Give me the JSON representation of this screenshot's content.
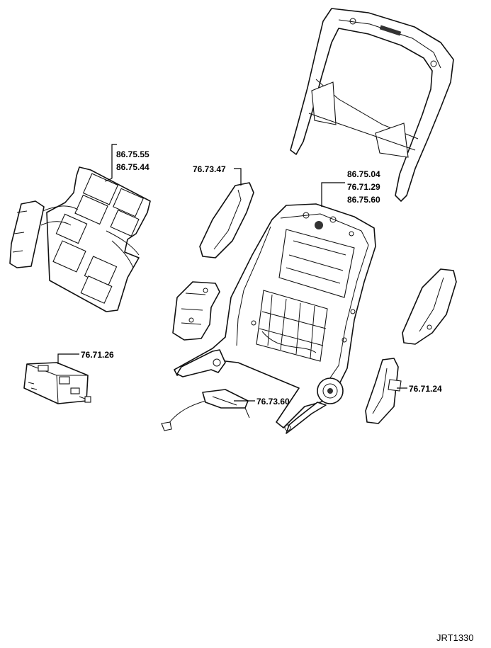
{
  "callouts": {
    "c1": [
      "86.75.55",
      "86.75.44"
    ],
    "c2": [
      "76.73.47"
    ],
    "c3": [
      "86.75.04",
      "76.71.29",
      "86.75.60"
    ],
    "c4": [
      "76.71.26"
    ],
    "c5": [
      "76.73.60"
    ],
    "c6": [
      "76.71.24"
    ]
  },
  "reference": "JRT1330"
}
